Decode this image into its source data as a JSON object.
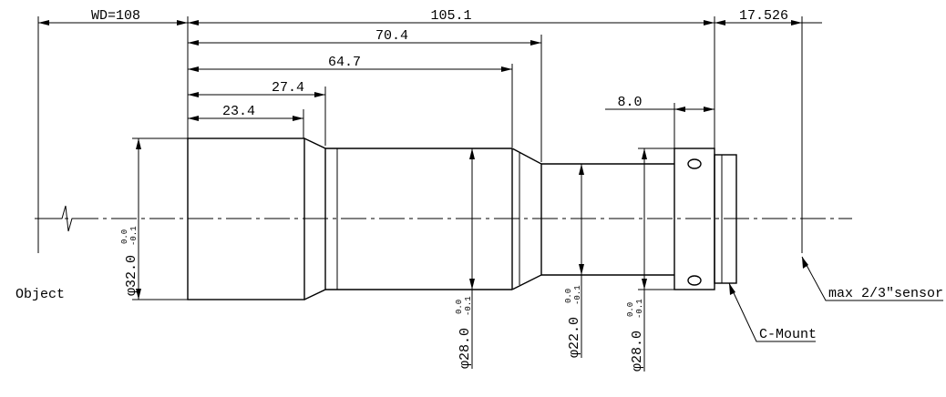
{
  "dimensions": {
    "wd": "WD=108",
    "total_length": "105.1",
    "back_focal": "17.526",
    "d_70_4": "70.4",
    "d_64_7": "64.7",
    "d_27_4": "27.4",
    "d_23_4": "23.4",
    "d_8_0": "8.0"
  },
  "diameters": {
    "front": "φ32.0",
    "middle": "φ28.0",
    "rear_small": "φ22.0",
    "mount": "φ28.0",
    "tol_upper": "0.0",
    "tol_lower": "-0.1"
  },
  "labels": {
    "object": "Object",
    "sensor": "max 2/3″sensor",
    "mount": "C-Mount"
  }
}
